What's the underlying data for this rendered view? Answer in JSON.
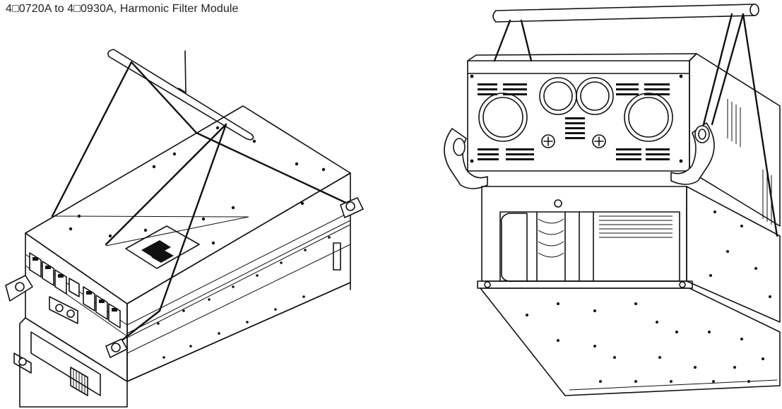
{
  "caption": "4□0720A to 4□0930A, Harmonic Filter Module",
  "colors": {
    "line": "#111111",
    "background": "#ffffff",
    "text": "#222222"
  },
  "figures": [
    {
      "name": "left-view",
      "icon": "harmonic-filter-module-top-view"
    },
    {
      "name": "right-view",
      "icon": "harmonic-filter-module-front-view"
    }
  ]
}
